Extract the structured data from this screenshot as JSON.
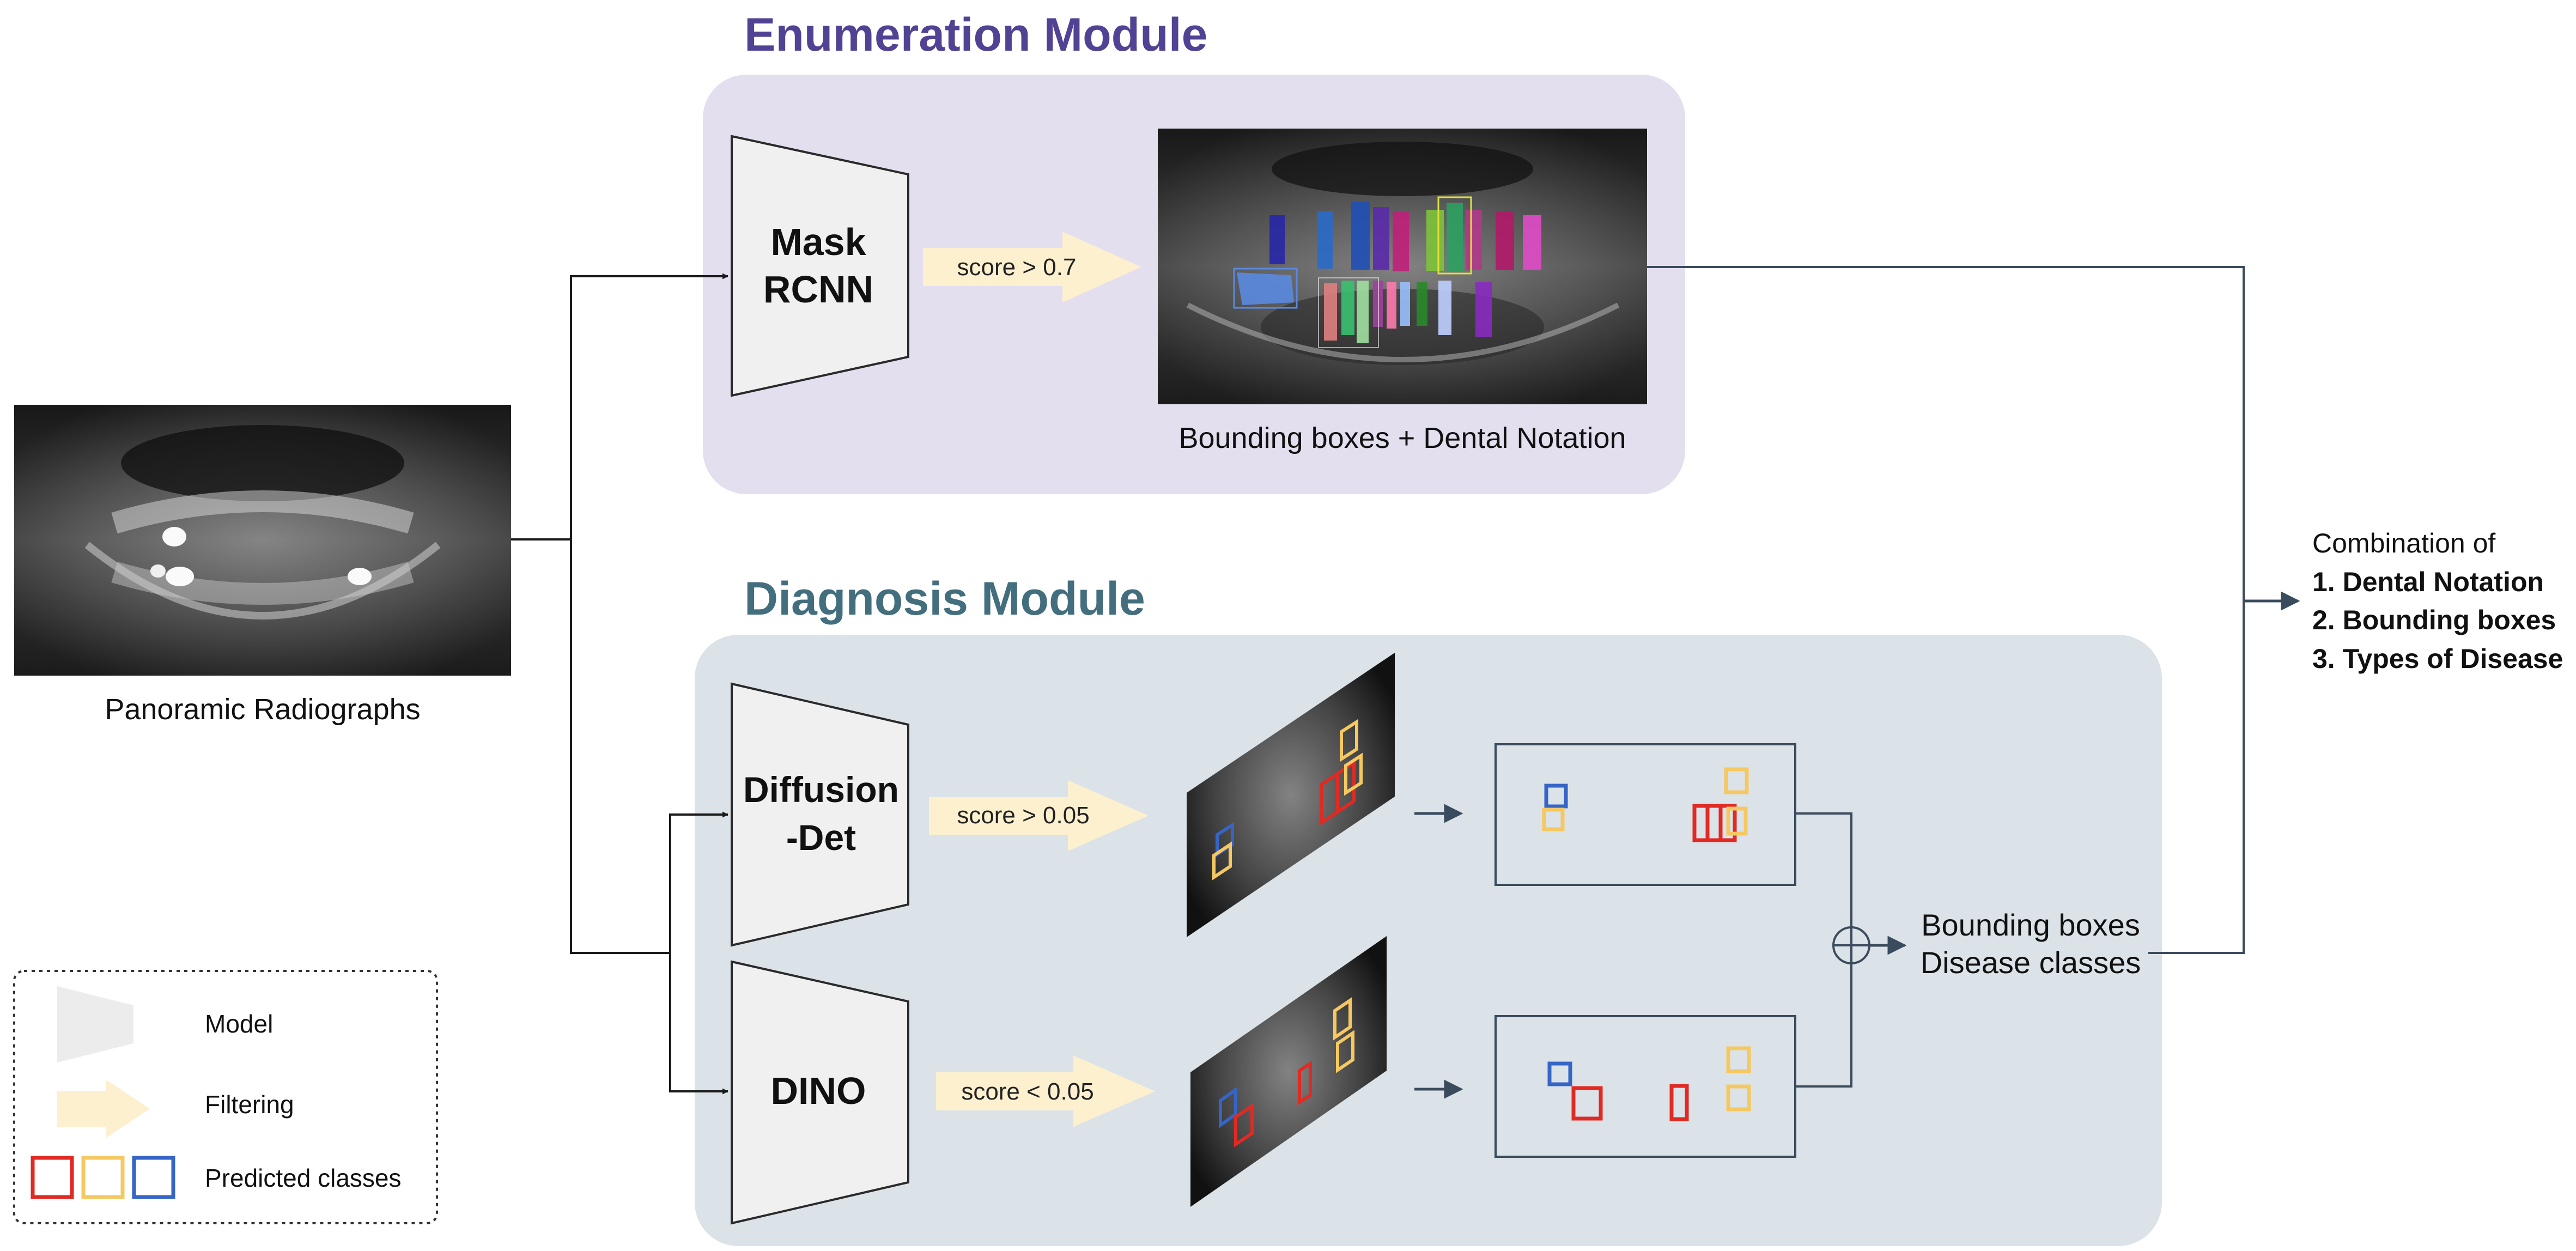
{
  "enumeration": {
    "title": "Enumeration Module",
    "model": [
      "Mask",
      "RCNN"
    ],
    "filter": "score > 0.7",
    "output_caption": "Bounding boxes + Dental Notation"
  },
  "diagnosis": {
    "title": "Diagnosis Module",
    "model_a": [
      "Diffusion",
      "-Det"
    ],
    "filter_a": "score > 0.05",
    "model_b": "DINO",
    "filter_b": "score < 0.05",
    "output": [
      "Bounding boxes",
      "Disease classes"
    ]
  },
  "input": {
    "caption": "Panoramic Radiographs"
  },
  "result": {
    "heading": "Combination of",
    "items": [
      "1. Dental Notation",
      "2. Bounding boxes",
      "3. Types of Disease"
    ]
  },
  "legend": {
    "model": "Model",
    "filtering": "Filtering",
    "predicted": "Predicted classes"
  },
  "colors": {
    "enum_title": "#524293",
    "diag_title": "#436e7e",
    "enum_panel": "#e3dfef",
    "diag_panel": "#dbe3e8",
    "model_fill": "#f0f0f0",
    "filter_fill": "#fcf0cf",
    "class_red": "#e02a23",
    "class_yellow": "#f5c862",
    "class_blue": "#3565c6",
    "arrow": "#3b4b5e"
  }
}
